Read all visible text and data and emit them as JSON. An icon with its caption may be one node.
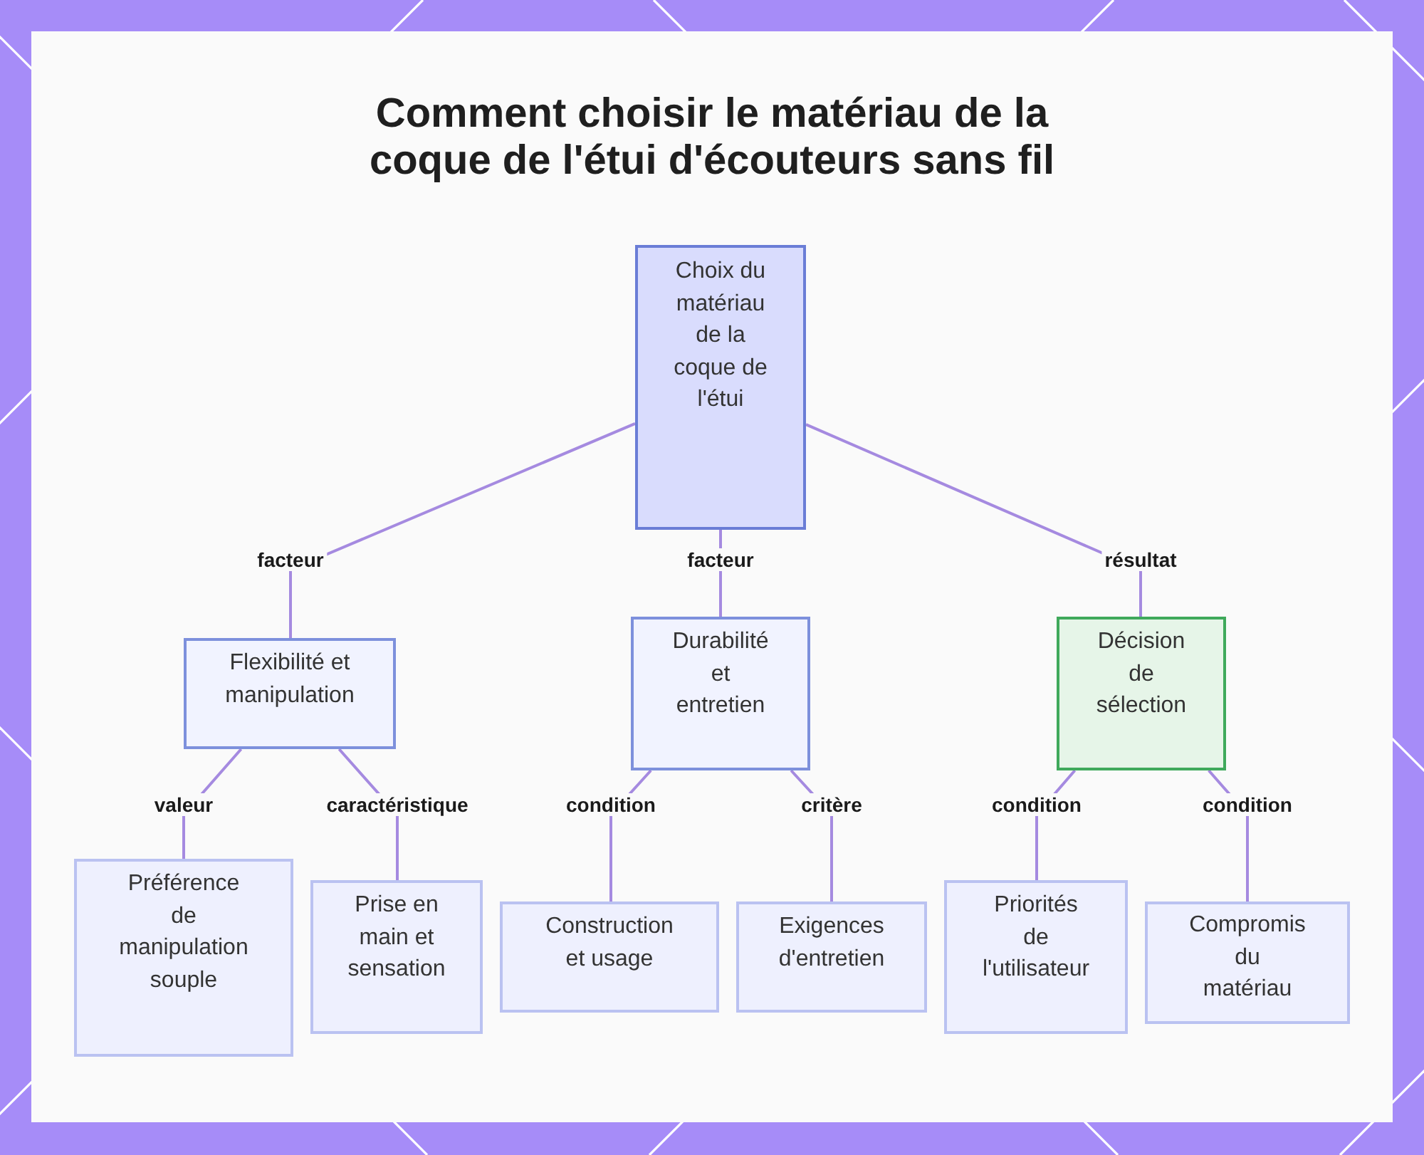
{
  "diagram": {
    "title": "Comment choisir le matériau de la coque de l'étui d'écouteurs sans fil",
    "nodes": [
      {
        "text": [
          "Choix du matériau de la coque de l'étui"
        ]
      },
      {
        "text": [
          "Flexibilité et manipulation"
        ]
      },
      {
        "text": [
          "Durabilité et entretien"
        ]
      },
      {
        "text": [
          "Décision de sélection"
        ]
      },
      {
        "text": [
          "Préférence de manipulation souple"
        ]
      },
      {
        "text": [
          "Prise en main et sensation"
        ]
      },
      {
        "text": [
          "Construction et usage"
        ]
      },
      {
        "text": [
          "Exigences d'entretien"
        ]
      },
      {
        "text": [
          "Priorités de l'utilisateur"
        ]
      },
      {
        "text": [
          "Compromis du matériau"
        ]
      }
    ],
    "edges": [
      {
        "from": 0,
        "to": 1,
        "arrow": "none",
        "label": "facteur"
      },
      {
        "from": 0,
        "to": 2,
        "arrow": "none",
        "label": "facteur"
      },
      {
        "from": 0,
        "to": 3,
        "arrow": "none",
        "label": "résultat"
      },
      {
        "from": 1,
        "to": 4,
        "arrow": "none",
        "label": "valeur"
      },
      {
        "from": 1,
        "to": 5,
        "arrow": "none",
        "label": "caractéristique"
      },
      {
        "from": 2,
        "to": 6,
        "arrow": "none",
        "label": "condition"
      },
      {
        "from": 2,
        "to": 7,
        "arrow": "none",
        "label": "critère"
      },
      {
        "from": 3,
        "to": 8,
        "arrow": "none",
        "label": "condition"
      },
      {
        "from": 3,
        "to": 9,
        "arrow": "none",
        "label": "condition"
      }
    ]
  }
}
